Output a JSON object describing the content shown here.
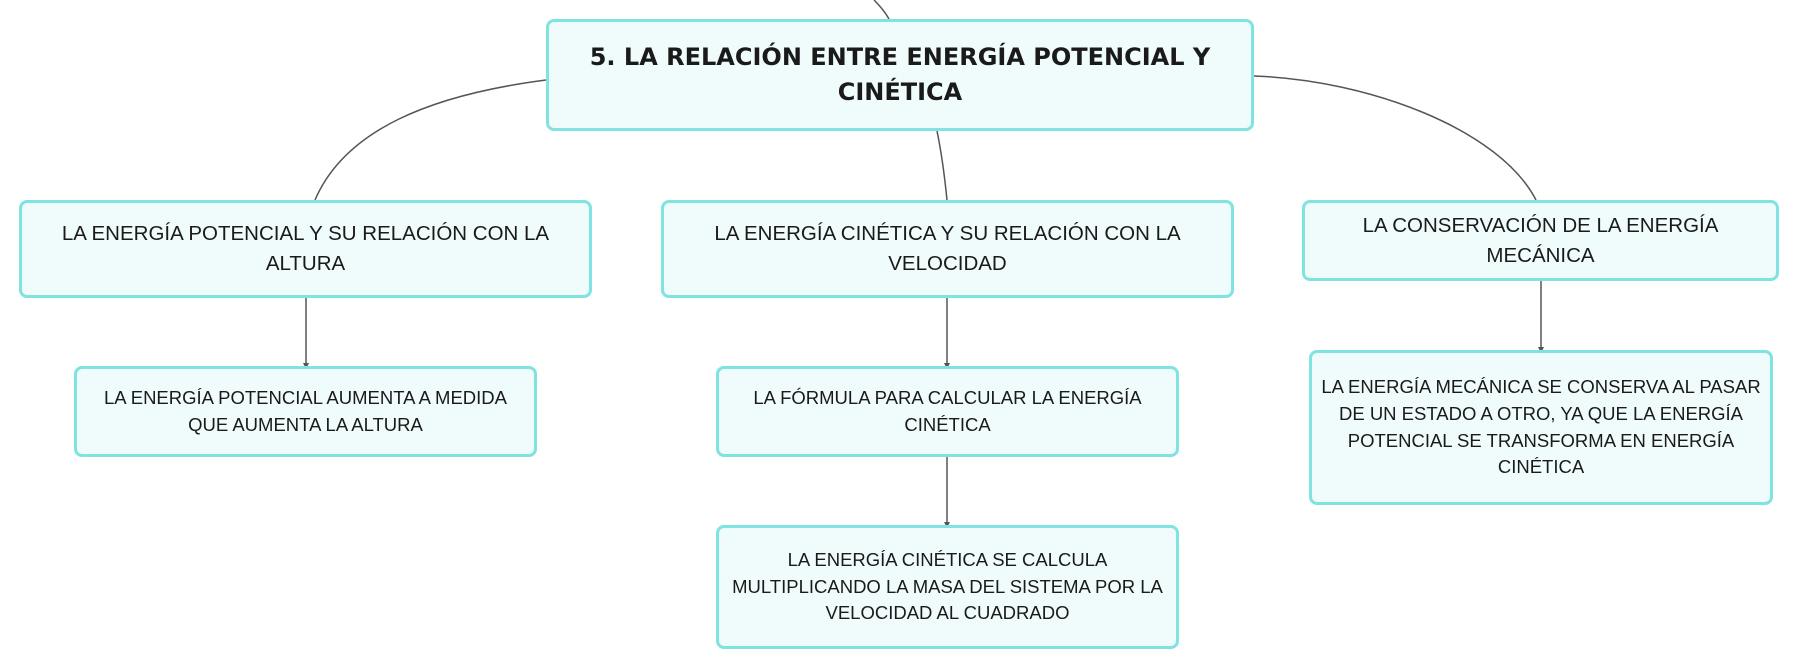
{
  "diagram": {
    "root": {
      "title": "5. LA RELACIÓN ENTRE ENERGÍA POTENCIAL Y CINÉTICA"
    },
    "branches": [
      {
        "label": "LA ENERGÍA POTENCIAL Y SU RELACIÓN CON LA ALTURA",
        "children": [
          {
            "label": "LA ENERGÍA POTENCIAL AUMENTA A MEDIDA QUE AUMENTA LA ALTURA"
          }
        ]
      },
      {
        "label": "LA ENERGÍA CINÉTICA Y SU RELACIÓN CON LA VELOCIDAD",
        "children": [
          {
            "label": "LA FÓRMULA PARA CALCULAR LA ENERGÍA CINÉTICA"
          },
          {
            "label": "LA ENERGÍA CINÉTICA SE CALCULA MULTIPLICANDO LA MASA DEL SISTEMA POR LA VELOCIDAD AL CUADRADO"
          }
        ]
      },
      {
        "label": "LA CONSERVACIÓN DE LA ENERGÍA MECÁNICA",
        "children": [
          {
            "label": "LA ENERGÍA MECÁNICA SE CONSERVA AL PASAR DE UN ESTADO A OTRO, YA QUE LA ENERGÍA POTENCIAL SE TRANSFORMA EN ENERGÍA CINÉTICA"
          }
        ]
      }
    ]
  },
  "colors": {
    "node_border": "#7fe3e0",
    "node_fill": "#f0fbfb",
    "connector": "#555555",
    "text": "#1a1a1a"
  }
}
